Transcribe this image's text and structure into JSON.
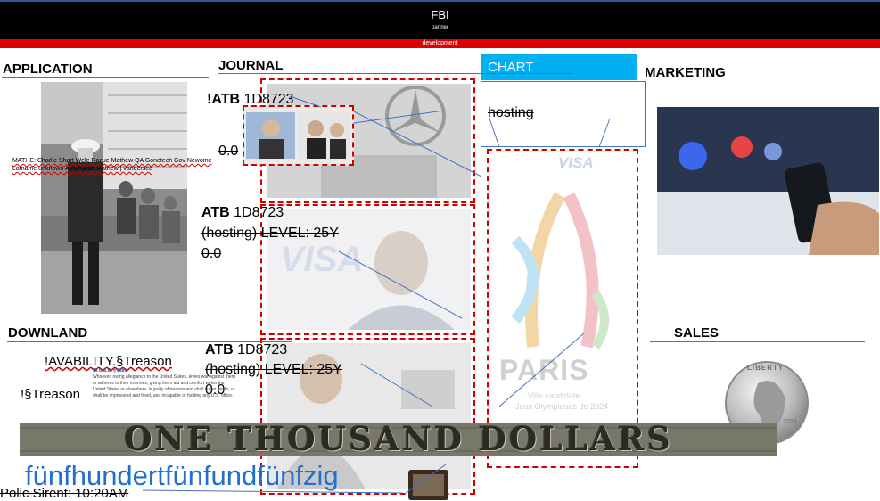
{
  "header": {
    "brand": "FBI",
    "subtitle": "partner",
    "band_label": "development"
  },
  "sections": {
    "application": "APPLICATION",
    "journal": "JOURNAL",
    "chart": "CHART",
    "marketing": "MARKETING",
    "downland": "DOWNLAND",
    "sales": "SALES"
  },
  "application_caption": "MATHE: Charlie Shart Wele Razue Mathew QA Gonetech Gov Newome Latname unknown Asschwitte Mathew | vandersee",
  "chart_box": {
    "text": "hosting"
  },
  "journal_entries": [
    {
      "title": "!ATB",
      "code": "1D8723",
      "line2": "",
      "value": "0.0"
    },
    {
      "title": "ATB",
      "code": "1D8723",
      "line2": "(hosting) LEVEL: 25Y",
      "value": "0.0"
    },
    {
      "title": "ATB",
      "code": "1D8723",
      "line2": "(hosting) LEVEL: 25Y",
      "value": "0.0"
    }
  ],
  "downland": {
    "availability": "!AVABILITY.§Treason",
    "treason": "!§Treason",
    "usc_heading": "18 U.S.C. § 2381",
    "usc_text": "Whoever, owing allegiance to the United States, levies war against them or adheres to their enemies, giving them aid and comfort within the United States or elsewhere, is guilty of treason and shall suffer death, or shall be imprisoned and fined, and incapable of holding any U.S. office."
  },
  "paris_poster": {
    "visa": "VISA",
    "city": "PARIS",
    "line1": "Ville candidate",
    "line2": "Jeux Olympiques de 2024"
  },
  "visa_card_text": "VISA",
  "coin": {
    "top": "LIBERTY",
    "year": "2023"
  },
  "bill_text": "ONE THOUSAND DOLLARS",
  "big_word": "fünfhundertfünfundfünfzig",
  "footer_status": "Polic Sirent: 10:20AM"
}
